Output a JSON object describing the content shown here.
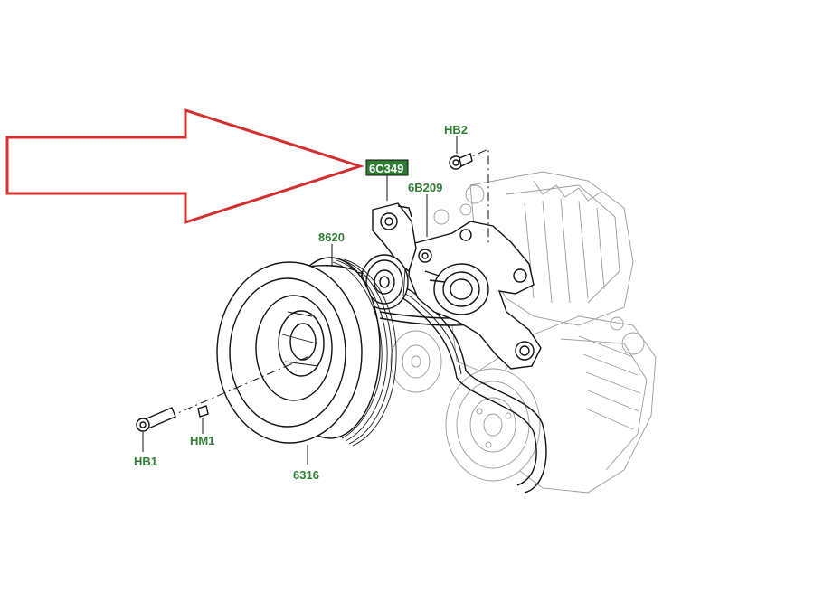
{
  "callouts": {
    "hb2": "HB2",
    "highlighted": "6C349",
    "p6b209": "6B209",
    "p8620": "8620",
    "hb1": "HB1",
    "hm1": "HM1",
    "p6316": "6316"
  },
  "colors": {
    "callout_text": "#2e7d32",
    "highlight_box": "#2e7d32",
    "arrow": "#d32f2f"
  }
}
